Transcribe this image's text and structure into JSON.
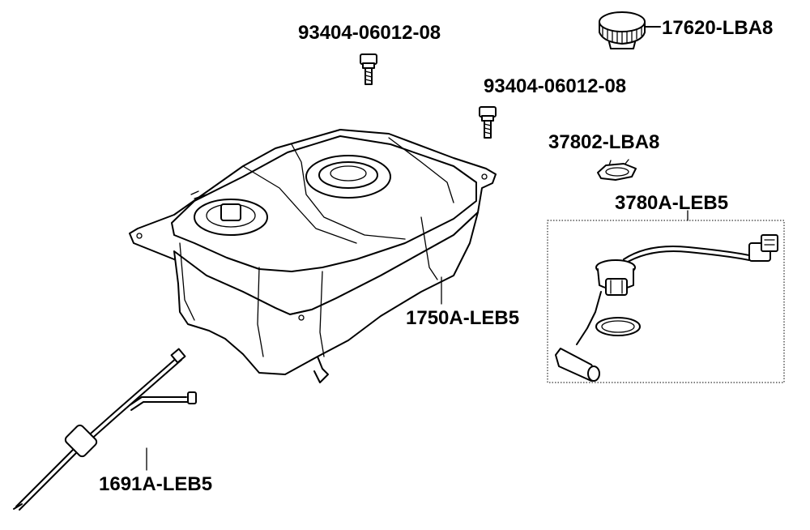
{
  "diagram": {
    "parts": [
      {
        "id": "bolt_left",
        "number": "93404-06012-08"
      },
      {
        "id": "bolt_right",
        "number": "93404-06012-08"
      },
      {
        "id": "fuel_cap",
        "number": "17620-LBA8"
      },
      {
        "id": "retaining_ring",
        "number": "37802-LBA8"
      },
      {
        "id": "fuel_pump_assy",
        "number": "3780A-LEB5"
      },
      {
        "id": "fuel_tank",
        "number": "1750A-LEB5"
      },
      {
        "id": "fuel_hose",
        "number": "1691A-LEB5"
      }
    ]
  }
}
